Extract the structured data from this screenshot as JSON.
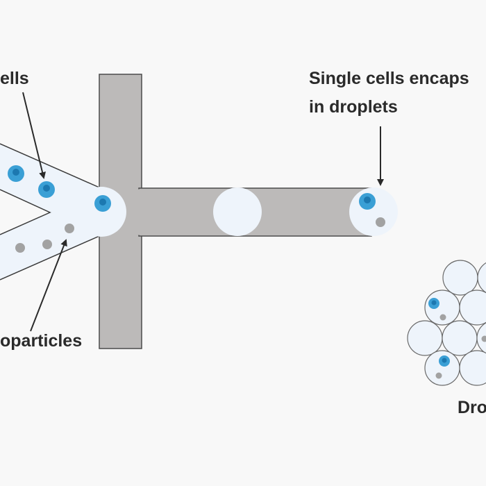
{
  "labels": {
    "cells": "ells",
    "particles": "oparticles",
    "encapsulated_line1": "Single cells encaps",
    "encapsulated_line2": "in droplets",
    "droplets": "Dro"
  },
  "colors": {
    "background": "#f8f8f8",
    "channel_wall": "#bcbab9",
    "outline": "#4a4a4a",
    "fluid": "#eef4fb",
    "cell": "#3a9fd5",
    "cell_nucleus": "#1c78b0",
    "particle": "#a2a2a2",
    "text": "#2a2a2a"
  },
  "components": {
    "inlet_cells": "cell stream",
    "inlet_particles": "particle stream",
    "oil_channel": "T-junction oil channel",
    "outlet": "droplet outlet channel",
    "collection": "droplet collection"
  }
}
